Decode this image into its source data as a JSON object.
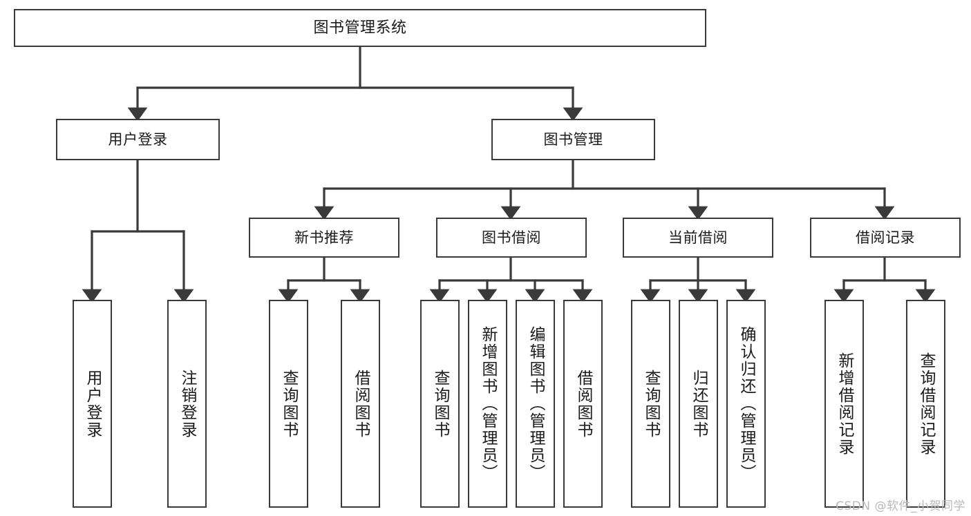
{
  "diagram": {
    "title": "图书管理系统",
    "watermark": "CSDN @软件_小贺同学",
    "colors": {
      "stroke": "#3a3a3a",
      "background": "#ffffff",
      "text": "#1b1b1b",
      "watermark": "#b9b9b9"
    },
    "nodes": {
      "root": "图书管理系统",
      "level2": [
        "用户登录",
        "图书管理"
      ],
      "level3": [
        "新书推荐",
        "图书借阅",
        "当前借阅",
        "借阅记录"
      ],
      "leaves": {
        "user_login": [
          "用户登录",
          "注销登录"
        ],
        "new_book_recommend": [
          "查询图书",
          "借阅图书"
        ],
        "book_borrow": [
          "查询图书",
          "新增图书（管理员）",
          "编辑图书（管理员）",
          "借阅图书"
        ],
        "current_borrow": [
          "查询图书",
          "归还图书",
          "确认归还（管理员）"
        ],
        "borrow_record": [
          "新增借阅记录",
          "查询借阅记录"
        ]
      }
    }
  }
}
